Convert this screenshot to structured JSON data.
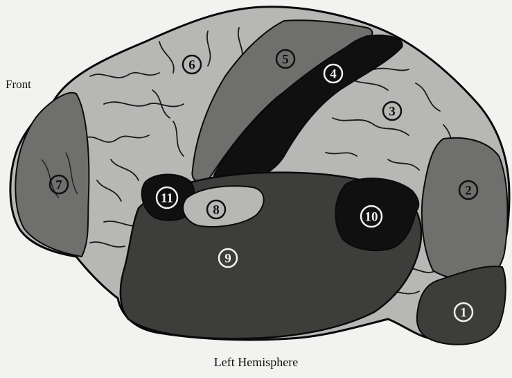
{
  "labels": {
    "front": "Front",
    "caption": "Left Hemisphere"
  },
  "regions": [
    {
      "id": "1",
      "label": "1",
      "shade": "dark"
    },
    {
      "id": "2",
      "label": "2",
      "shade": "mid"
    },
    {
      "id": "3",
      "label": "3",
      "shade": "light"
    },
    {
      "id": "4",
      "label": "4",
      "shade": "black"
    },
    {
      "id": "5",
      "label": "5",
      "shade": "mid"
    },
    {
      "id": "6",
      "label": "6",
      "shade": "light"
    },
    {
      "id": "7",
      "label": "7",
      "shade": "mid"
    },
    {
      "id": "8",
      "label": "8",
      "shade": "light"
    },
    {
      "id": "9",
      "label": "9",
      "shade": "dark"
    },
    {
      "id": "10",
      "label": "10",
      "shade": "black"
    },
    {
      "id": "11",
      "label": "11",
      "shade": "black"
    }
  ],
  "colors": {
    "background": "#f2f2f0",
    "light": "#b7b7b5",
    "mid": "#6f6f6d",
    "dark": "#3d3d3b",
    "black": "#101010",
    "outline": "#0a0a0a"
  }
}
